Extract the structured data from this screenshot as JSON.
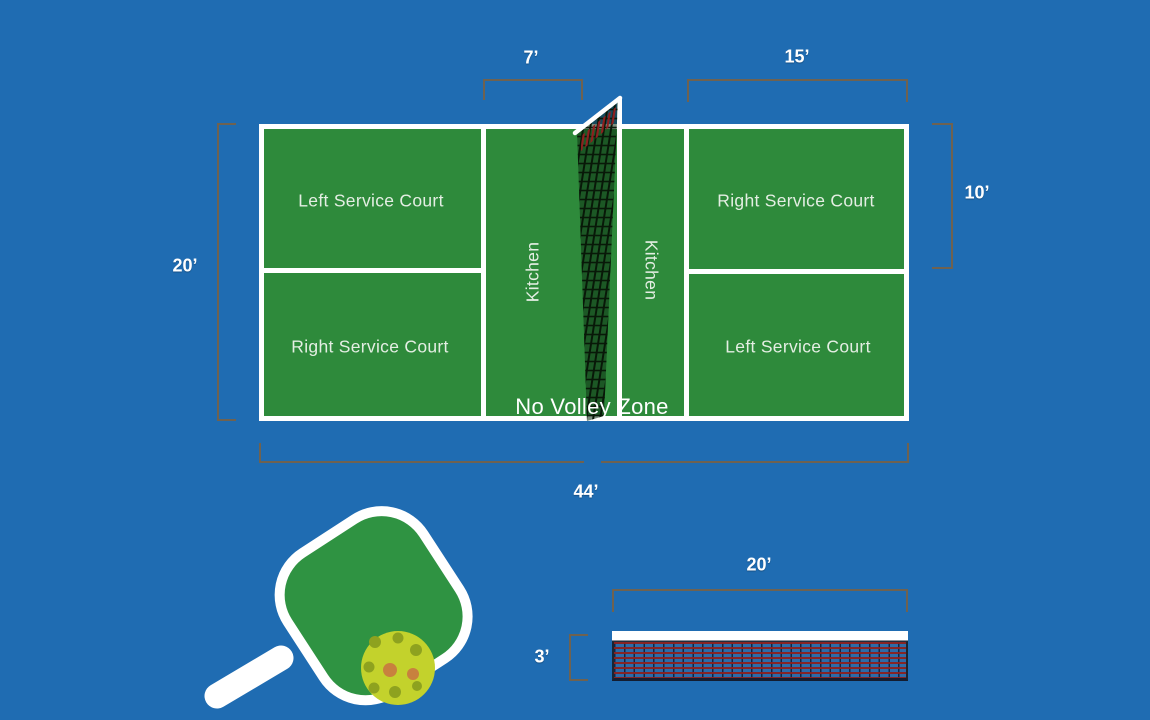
{
  "diagram": {
    "subject": "pickleball-court-dimensions"
  },
  "colors": {
    "background": "#1f6cb2",
    "court_green": "#2e8a3b",
    "line_white": "#ffffff",
    "bracket_brown": "#6f6250",
    "net_red": "#8e1f1f",
    "net_blue": "#2d6ba8",
    "paddle_green": "#2f9342",
    "ball_yellow": "#c3d22c",
    "ball_hole_olive": "#8ea21f"
  },
  "court": {
    "quadrants": [
      {
        "position": "top-left",
        "label": "Left Service Court"
      },
      {
        "position": "bottom-left",
        "label": "Right Service Court"
      },
      {
        "position": "top-right",
        "label": "Right Service Court"
      },
      {
        "position": "bottom-right",
        "label": "Left Service Court"
      }
    ],
    "kitchen_left_label": "Kitchen",
    "kitchen_right_label": "Kitchen",
    "no_volley_zone_label": "No Volley Zone"
  },
  "measurements": {
    "kitchen_depth": "7’",
    "service_area_length": "15’",
    "service_court_width": "10’",
    "court_width": "20’",
    "court_length": "44’",
    "net_length": "20’",
    "net_height": "3’"
  }
}
